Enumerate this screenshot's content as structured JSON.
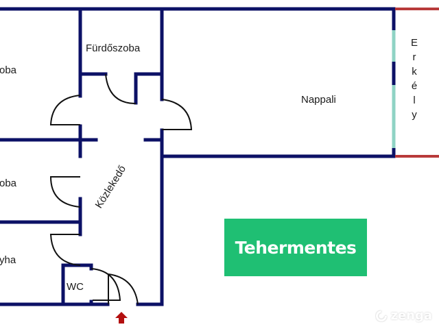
{
  "floor_plan": {
    "rooms": [
      {
        "id": "szoba1",
        "label": "oba",
        "note": "partially cropped 'Szoba' at left edge"
      },
      {
        "id": "furdoszoba",
        "label": "Fürdőszoba"
      },
      {
        "id": "nappali",
        "label": "Nappali"
      },
      {
        "id": "szoba2",
        "label": "oba",
        "note": "partially cropped 'Szoba'"
      },
      {
        "id": "konyha",
        "label": "yha",
        "note": "partially cropped 'Konyha'"
      },
      {
        "id": "wc",
        "label": "WC"
      },
      {
        "id": "kozlekedo",
        "label": "Közlekedő"
      },
      {
        "id": "erkely",
        "label": "Erkély",
        "letters": [
          "E",
          "r",
          "k",
          "é",
          "l",
          "y"
        ]
      }
    ],
    "entrance_icon": "entrance-arrow-icon",
    "colors": {
      "wall": "#0c1166",
      "door_swing": "#111111",
      "window": "#8fd3c4",
      "balcony_edge": "#b83a3a",
      "entrance_arrow": "#b30f0f",
      "badge_bg": "#1fbf73"
    }
  },
  "badge": {
    "label": "Tehermentes"
  },
  "watermark": {
    "label": "zenga",
    "icon": "zenga-logo-icon"
  }
}
